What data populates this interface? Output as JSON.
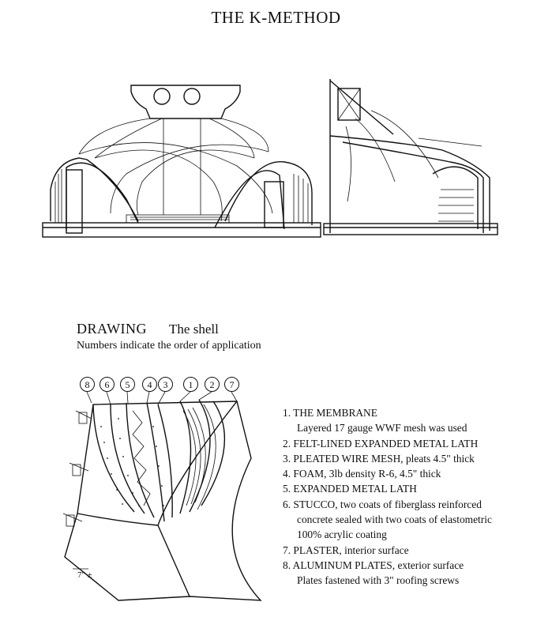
{
  "title": "THE K-METHOD",
  "drawing": {
    "heading": "DRAWING",
    "subheading": "The shell",
    "caption": "Numbers indicate the order of application",
    "layer_labels": [
      "8",
      "6",
      "5",
      "4",
      "3",
      "1",
      "2",
      "7"
    ],
    "dimension_note": "7\" ±"
  },
  "legend": [
    {
      "label": "1. THE MEMBRANE",
      "detail": "Layered  17 gauge WWF mesh was used"
    },
    {
      "label": "2. FELT-LINED EXPANDED METAL LATH"
    },
    {
      "label": "3. PLEATED WIRE MESH,   pleats 4.5\" thick"
    },
    {
      "label": "4. FOAM, 3lb density R-6,    4.5\" thick"
    },
    {
      "label": "5. EXPANDED METAL LATH"
    },
    {
      "label": "6. STUCCO, two coats of fiberglass reinforced",
      "detail": "concrete sealed with two coats of elastometric",
      "detail2": "100% acrylic coating"
    },
    {
      "label": "7. PLASTER,  interior surface"
    },
    {
      "label": "8. ALUMINUM PLATES,  exterior surface",
      "detail": "Plates fastened with 3\" roofing screws"
    }
  ]
}
